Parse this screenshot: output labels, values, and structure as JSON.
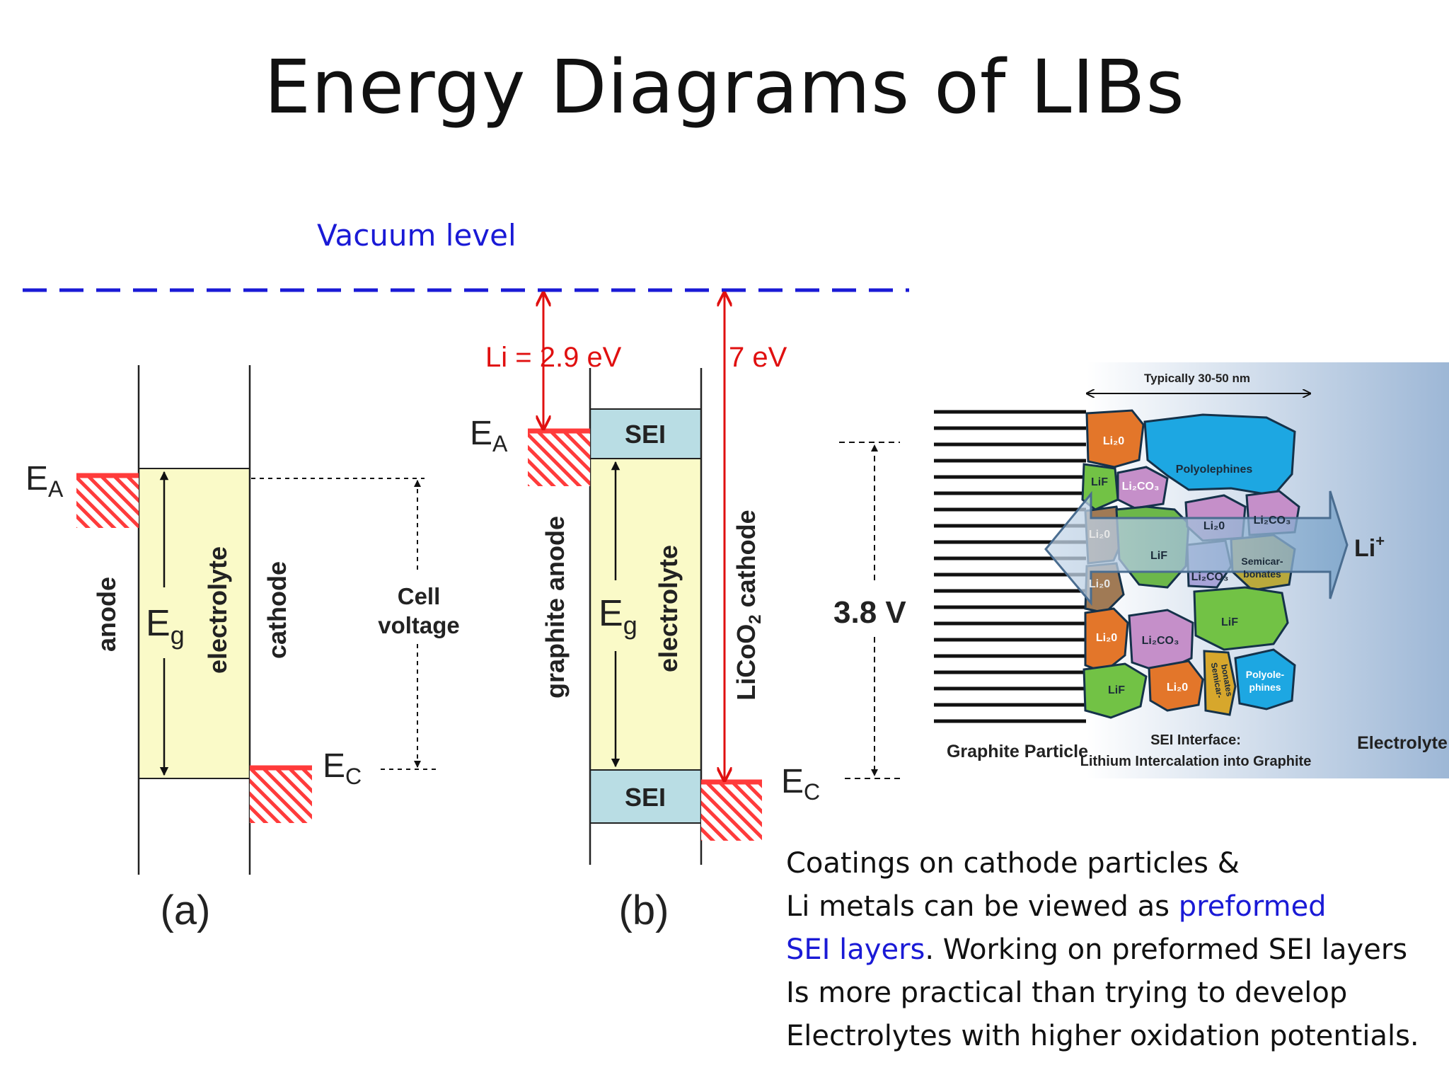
{
  "title": "Energy Diagrams of LIBs",
  "vacuum_level": "Vacuum level",
  "colors": {
    "vacuum_line": "#1a1ad6",
    "electrolyte_fill": "#fafac8",
    "sei_fill": "#b9dde4",
    "electrode_hatch": "#ff3b3b",
    "arrow_red": "#e01010"
  },
  "panel_a": {
    "label": "(a)",
    "ea": {
      "main": "E",
      "sub": "A"
    },
    "ec": {
      "main": "E",
      "sub": "C"
    },
    "eg": {
      "main": "E",
      "sub": "g"
    },
    "anode": "anode",
    "electrolyte": "electrolyte",
    "cathode": "cathode",
    "cell_voltage_1": "Cell",
    "cell_voltage_2": "voltage"
  },
  "panel_b": {
    "label": "(b)",
    "li_energy": "Li = 2.9 eV",
    "cathode_energy": "7 eV",
    "ea": {
      "main": "E",
      "sub": "A"
    },
    "ec": {
      "main": "E",
      "sub": "C"
    },
    "eg": {
      "main": "E",
      "sub": "g"
    },
    "sei_top": "SEI",
    "sei_bottom": "SEI",
    "graphite_anode": "graphite anode",
    "electrolyte": "electrolyte",
    "cathode_pre": "LiCoO",
    "cathode_sub": "2",
    "cathode_post": " cathode"
  },
  "voltage": "3.8 V",
  "sei_figure": {
    "thickness": "Typically 30-50 nm",
    "graphite_particle": "Graphite Particle",
    "interface_1": "SEI Interface:",
    "interface_2": "Lithium Intercalation into Graphite",
    "electrolyte": "Electrolyte",
    "li_ion": "Li",
    "li_charge": "+",
    "components": [
      "Li₂0",
      "Polyolephines",
      "LiF",
      "Li₂CO₃",
      "Li₂0",
      "Li₂0",
      "Li₂CO₃",
      "LiF",
      "Li₂CO₃",
      "Semicar-",
      "bonates",
      "Li₂0",
      "LiF",
      "Li₂0",
      "Li₂CO₃",
      "LiF",
      "Li₂0",
      "Semicar-",
      "bonates",
      "Polyole-",
      "phines"
    ]
  },
  "caption": {
    "line1": "Coatings on cathode particles &",
    "line2a": "Li metals can be viewed as ",
    "line2b": "preformed",
    "line3a": "SEI layers",
    "line3b": ".  Working on preformed SEI layers",
    "line4": "Is more practical than trying to develop",
    "line5": "Electrolytes with higher oxidation potentials."
  }
}
